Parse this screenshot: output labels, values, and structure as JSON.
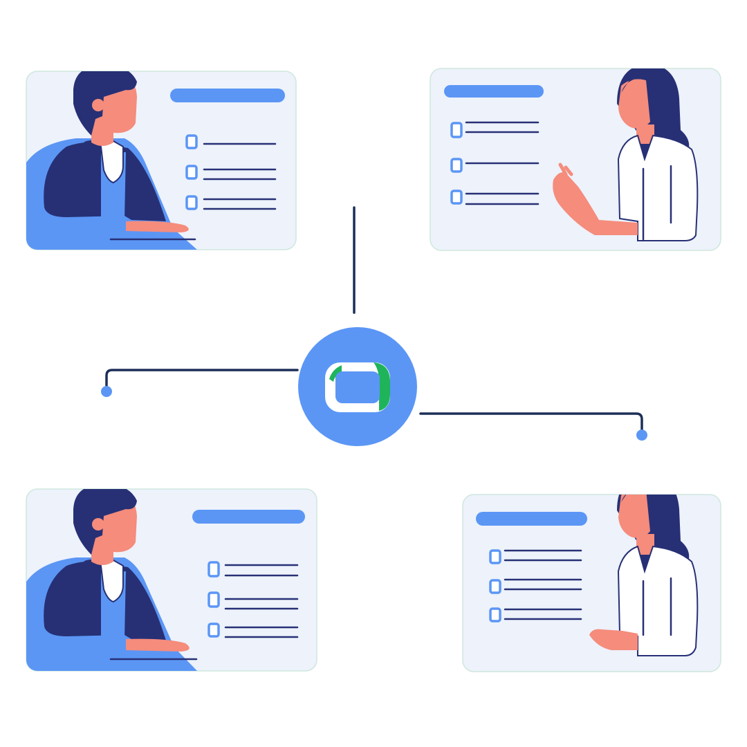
{
  "colors": {
    "background": "#ffffff",
    "card_fill": "#edf2fb",
    "card_border": "#cfe7dd",
    "accent_blue": "#5b96f5",
    "navy": "#273075",
    "skin": "#f58c7c",
    "coat": "#ffffff",
    "connector": "#1c2f57",
    "center_badge": "#5b96f5",
    "center_icon_fill": "#5b96f5",
    "center_icon_ring": "#ffffff",
    "center_icon_accent": "#1fb45a"
  },
  "center_hub": {
    "icon": "video-conference-icon"
  },
  "cards": [
    {
      "id": "top-left",
      "person": "male-patient",
      "list_items": 3
    },
    {
      "id": "top-right",
      "person": "female-doctor",
      "list_items": 3
    },
    {
      "id": "bottom-left",
      "person": "male-patient",
      "list_items": 3
    },
    {
      "id": "bottom-right",
      "person": "female-doctor",
      "list_items": 3
    }
  ]
}
